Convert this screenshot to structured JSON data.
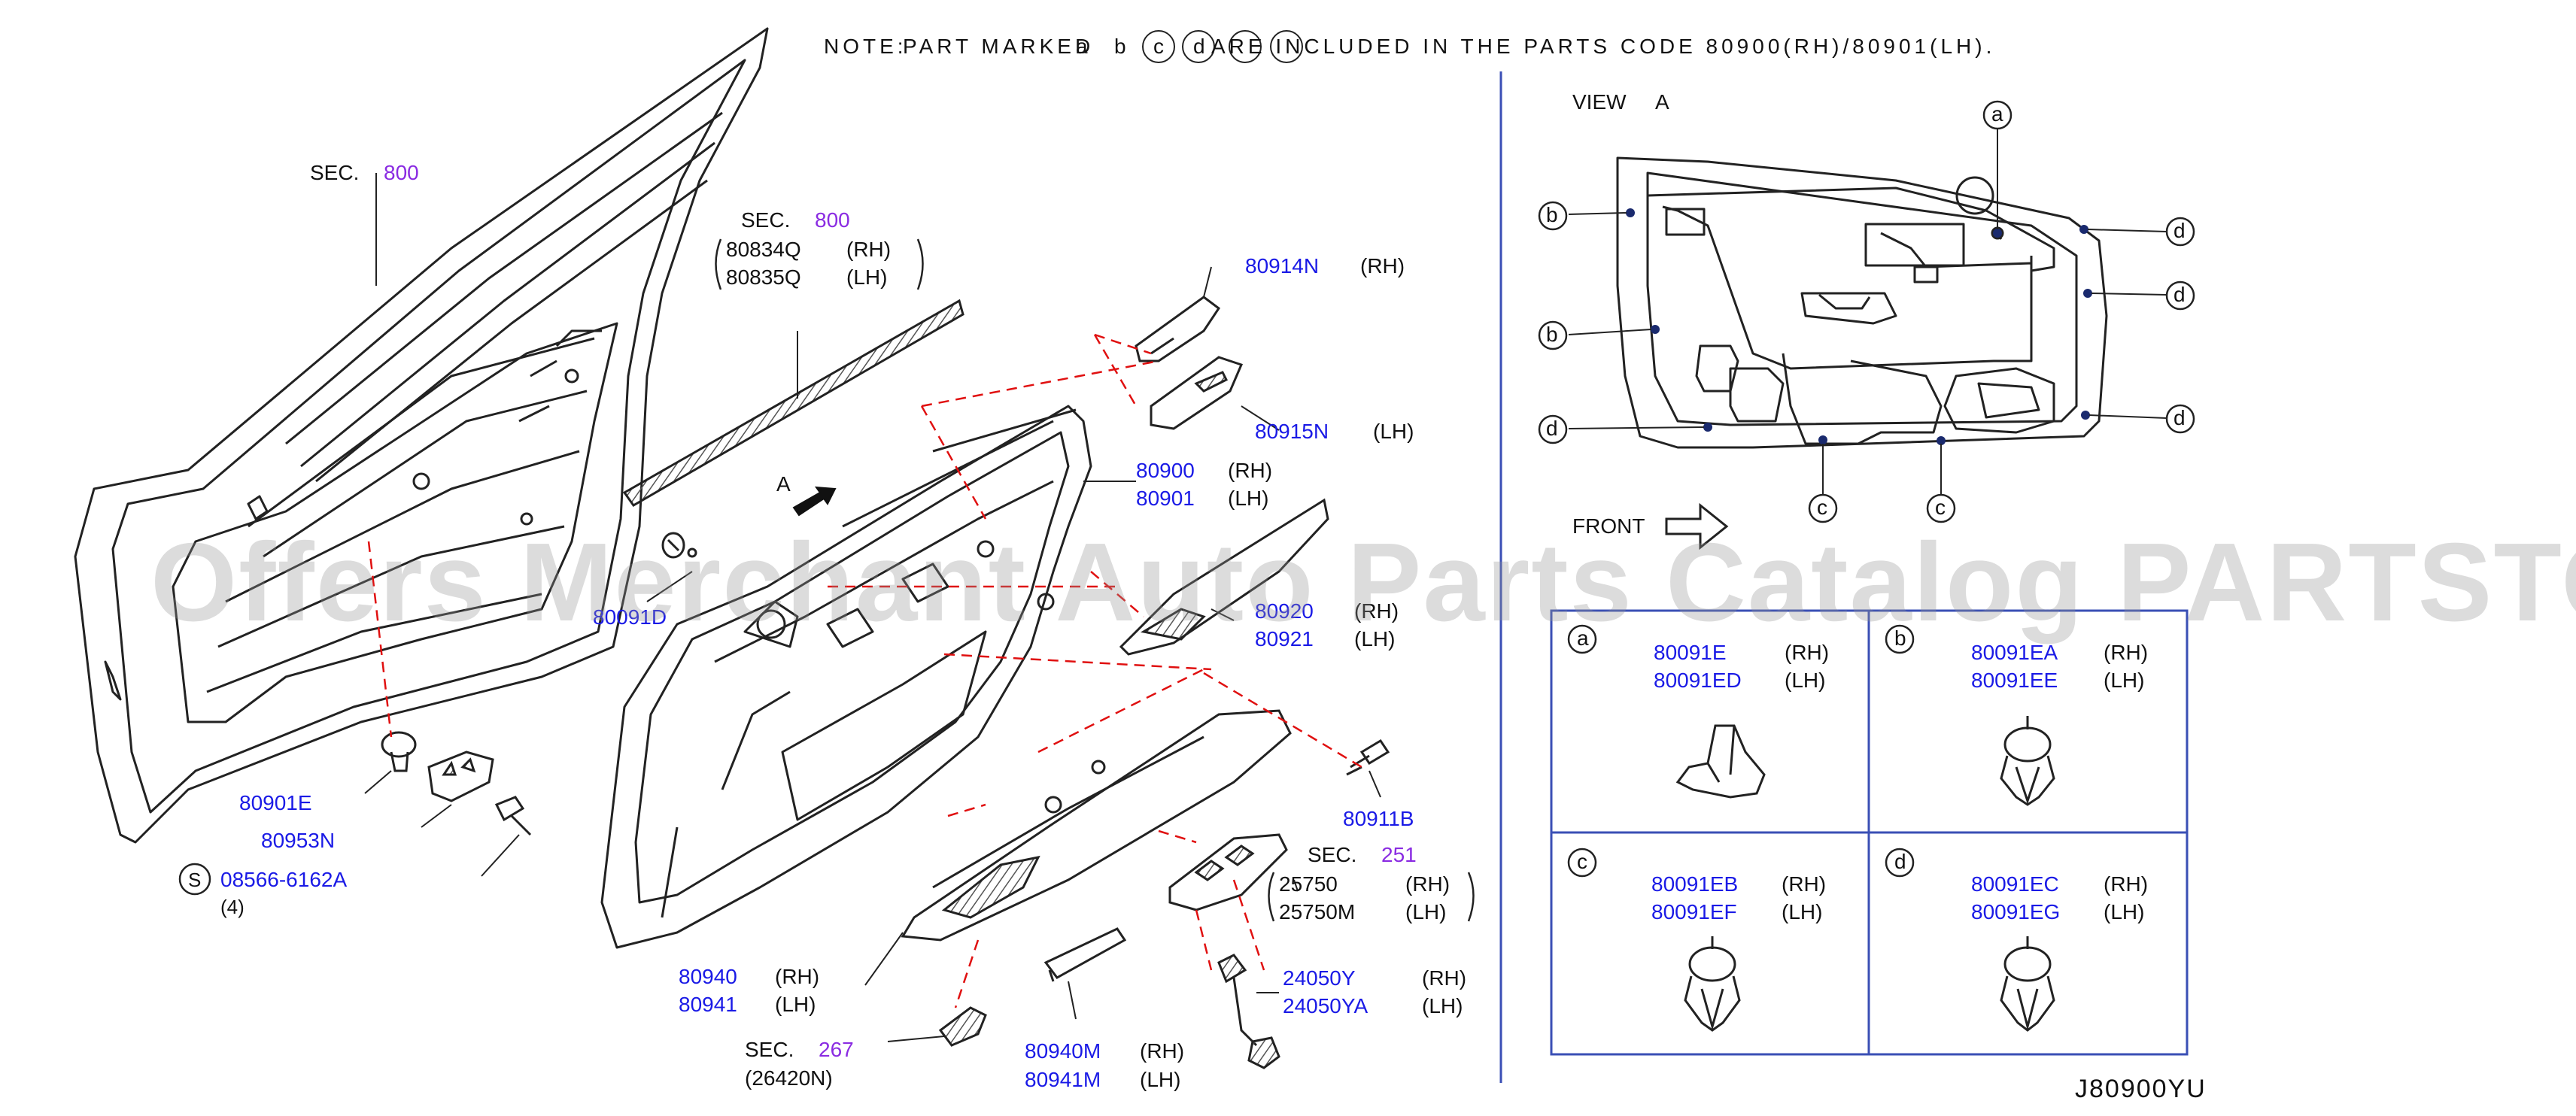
{
  "note": {
    "prefix": "NOTE:",
    "text": "PART MARKED",
    "marks": [
      "a",
      "b",
      "c",
      "d"
    ],
    "suffix": "ARE INCLUDED IN THE PARTS CODE 80900(RH)/80901(LH)."
  },
  "diagram_code": "J80900YU",
  "watermark": "Offers Merchant Auto Parts Catalog PARTSTORE.SA",
  "view_title": "VIEW",
  "view_letter": "A",
  "front_label": "FRONT",
  "view_a_markers": {
    "a": "a",
    "b1": "b",
    "b2": "b",
    "d1": "d",
    "d2": "d",
    "d3": "d",
    "d4": "d",
    "c1": "c",
    "c2": "c"
  },
  "arrow_a_label": "A",
  "sections": {
    "sec800_door": {
      "sec": "SEC.",
      "num": "800"
    },
    "sec800_molding": {
      "sec": "SEC.",
      "num": "800"
    },
    "sec251": {
      "sec": "SEC.",
      "num": "251"
    },
    "sec267": {
      "sec": "SEC.",
      "num": "267"
    }
  },
  "parts": {
    "molding_rh": {
      "code": "80834Q",
      "side": "(RH)"
    },
    "molding_lh": {
      "code": "80835Q",
      "side": "(LH)"
    },
    "p80914N": {
      "code": "80914N",
      "side": "(RH)"
    },
    "p80915N": {
      "code": "80915N",
      "side": "(LH)"
    },
    "p80900": {
      "code": "80900",
      "side": "(RH)"
    },
    "p80901": {
      "code": "80901",
      "side": "(LH)"
    },
    "p80091D": {
      "code": "80091D"
    },
    "p80920": {
      "code": "80920",
      "side": "(RH)"
    },
    "p80921": {
      "code": "80921",
      "side": "(LH)"
    },
    "p80911B": {
      "code": "80911B"
    },
    "p80901E": {
      "code": "80901E"
    },
    "p80953N": {
      "code": "80953N"
    },
    "screw": {
      "marker": "S",
      "code": "08566-6162A",
      "qty": "(4)"
    },
    "p25750": {
      "code": "25750",
      "side": "(RH)"
    },
    "p25750M": {
      "code": "25750M",
      "side": "(LH)"
    },
    "p80940": {
      "code": "80940",
      "side": "(RH)"
    },
    "p80941": {
      "code": "80941",
      "side": "(LH)"
    },
    "p24050Y": {
      "code": "24050Y",
      "side": "(RH)"
    },
    "p24050YA": {
      "code": "24050YA",
      "side": "(LH)"
    },
    "p80940M": {
      "code": "80940M",
      "side": "(RH)"
    },
    "p80941M": {
      "code": "80941M",
      "side": "(LH)"
    },
    "p26420N": {
      "code": "(26420N)"
    }
  },
  "clip_table": [
    {
      "mark": "a",
      "rh_code": "80091E",
      "rh_side": "(RH)",
      "lh_code": "80091ED",
      "lh_side": "(LH)"
    },
    {
      "mark": "b",
      "rh_code": "80091EA",
      "rh_side": "(RH)",
      "lh_code": "80091EE",
      "lh_side": "(LH)"
    },
    {
      "mark": "c",
      "rh_code": "80091EB",
      "rh_side": "(RH)",
      "lh_code": "80091EF",
      "lh_side": "(LH)"
    },
    {
      "mark": "d",
      "rh_code": "80091EC",
      "rh_side": "(RH)",
      "lh_code": "80091EG",
      "lh_side": "(LH)"
    }
  ],
  "colors": {
    "line": "#222222",
    "part_code": "#1a1ae6",
    "section_number": "#8a2be2",
    "leader_dashed": "#e01010",
    "divider": "#3a4fb5",
    "table_border": "#3a4fb5",
    "dot": "#1a2a6e"
  }
}
